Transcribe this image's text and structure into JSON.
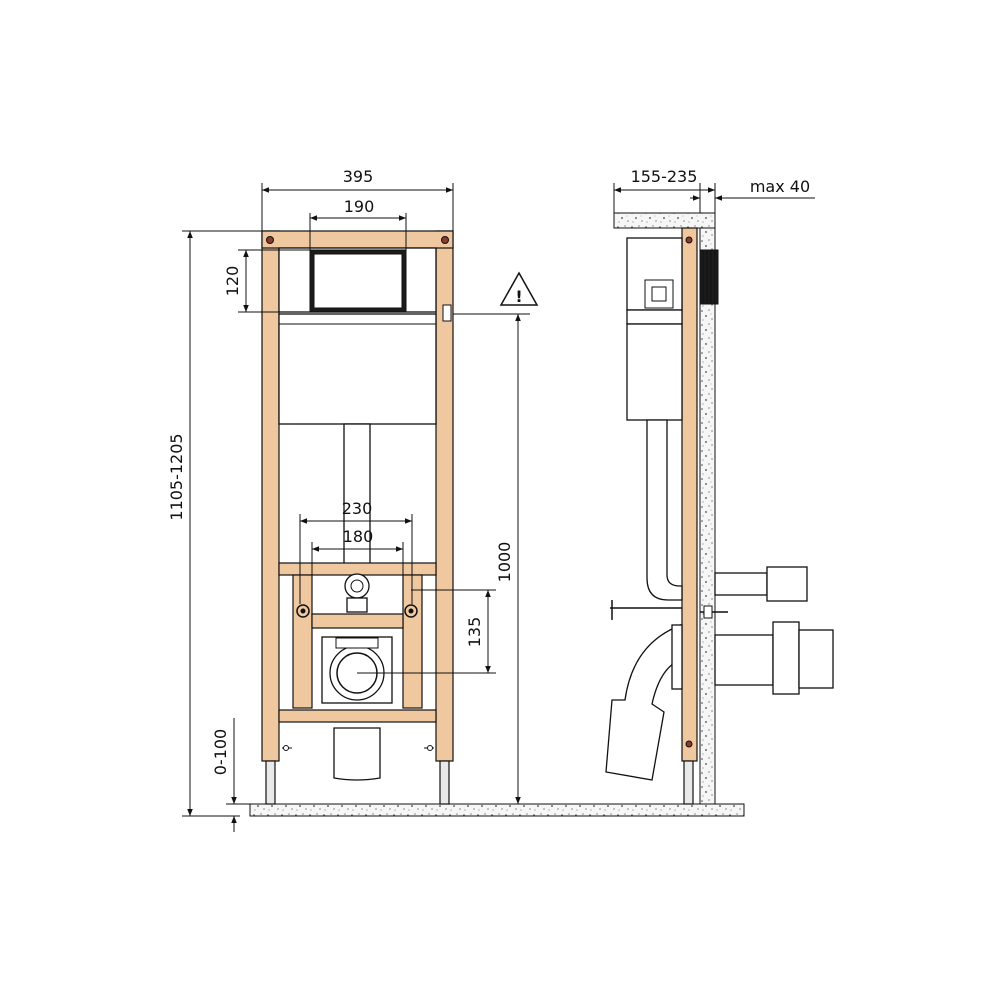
{
  "dimensions": {
    "frame_width": "395",
    "flush_plate_width": "190",
    "flush_plate_height": "120",
    "frame_height": "1105-1205",
    "fixing_distance_outer": "230",
    "fixing_distance_inner": "180",
    "bowl_connection_height": "135",
    "reference_height": "1000",
    "floor_adjustment": "0-100",
    "wall_distance": "155-235",
    "cover_thickness": "max 40"
  },
  "symbols": {
    "warning": "!"
  },
  "colors": {
    "frame": "#f0c8a0",
    "line": "#111111",
    "concrete": "#f4f4f4"
  },
  "icons": [
    "warning-triangle-icon"
  ]
}
